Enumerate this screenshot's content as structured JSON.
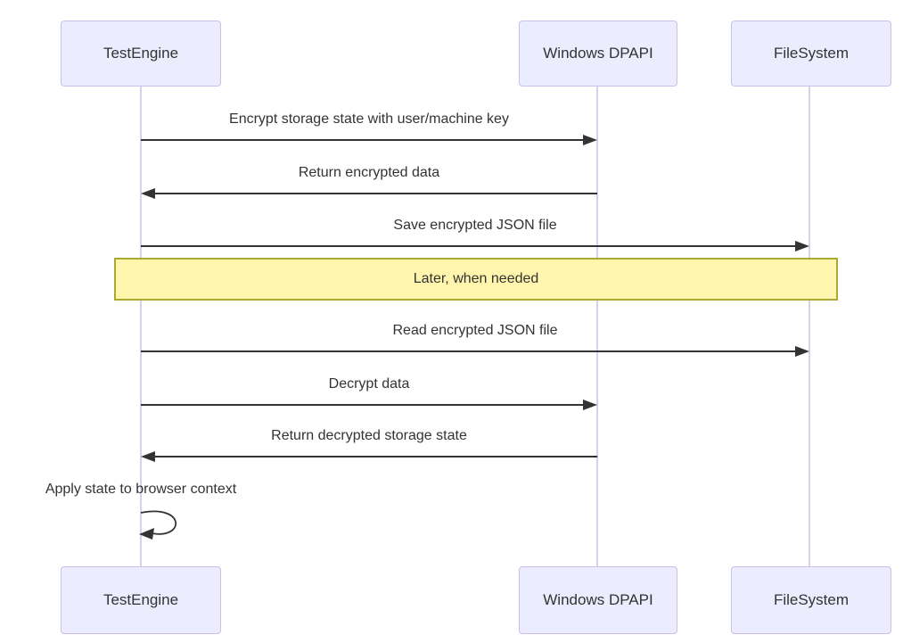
{
  "diagram": {
    "type": "sequence",
    "actors": [
      {
        "id": "testengine",
        "label": "TestEngine"
      },
      {
        "id": "windows-dpapi",
        "label": "Windows DPAPI"
      },
      {
        "id": "filesystem",
        "label": "FileSystem"
      }
    ],
    "messages": [
      {
        "from": "TestEngine",
        "to": "Windows DPAPI",
        "direction": "right",
        "line": "solid",
        "label": "Encrypt storage state with user/machine key"
      },
      {
        "from": "Windows DPAPI",
        "to": "TestEngine",
        "direction": "left",
        "line": "solid",
        "label": "Return encrypted data"
      },
      {
        "from": "TestEngine",
        "to": "FileSystem",
        "direction": "right",
        "line": "solid",
        "label": "Save encrypted JSON file"
      },
      {
        "from": "TestEngine",
        "to": "FileSystem",
        "direction": "right",
        "line": "solid",
        "label": "Read encrypted JSON file"
      },
      {
        "from": "TestEngine",
        "to": "Windows DPAPI",
        "direction": "right",
        "line": "solid",
        "label": "Decrypt data"
      },
      {
        "from": "Windows DPAPI",
        "to": "TestEngine",
        "direction": "left",
        "line": "solid",
        "label": "Return decrypted storage state"
      },
      {
        "from": "TestEngine",
        "to": "TestEngine",
        "direction": "self",
        "line": "solid",
        "label": "Apply state to browser context"
      }
    ],
    "note": {
      "position": "over TestEngine, FileSystem",
      "label": "Later, when needed"
    },
    "colors": {
      "actor_fill": "#ECECFF",
      "actor_border": "#c9bfe8",
      "lifeline": "#d8d0ef",
      "arrow": "#333333",
      "text": "#333333",
      "note_fill": "#fff5ad",
      "note_border": "#aaaa33"
    }
  }
}
